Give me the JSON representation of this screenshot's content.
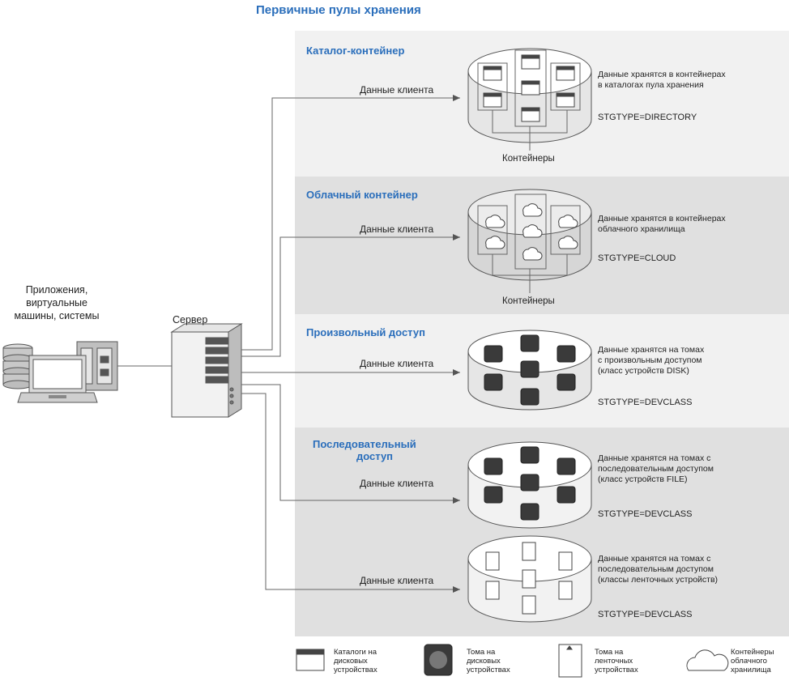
{
  "title": "Первичные пулы хранения",
  "left": {
    "apps_label_lines": [
      "Приложения,",
      "виртуальные",
      "машины, системы"
    ],
    "server_label": "Сервер"
  },
  "pools": [
    {
      "title": "Каталог-контейнер",
      "client_label": "Данные клиента",
      "desc_lines": [
        "Данные хранятся в контейнерах",
        "в каталогах пула хранения"
      ],
      "stgtype": "STGTYPE=DIRECTORY",
      "container_label": "Контейнеры"
    },
    {
      "title": "Облачный контейнер",
      "client_label": "Данные клиента",
      "desc_lines": [
        "Данные хранятся в контейнерах",
        "облачного хранилища"
      ],
      "stgtype": "STGTYPE=CLOUD",
      "container_label": "Контейнеры"
    },
    {
      "title": "Произвольный доступ",
      "client_label": "Данные клиента",
      "desc_lines": [
        "Данные хранятся на томах",
        "с произвольным доступом",
        "(класс устройств DISK)"
      ],
      "stgtype": "STGTYPE=DEVCLASS"
    },
    {
      "title_lines": [
        "Последовательный",
        "доступ"
      ],
      "client_label": "Данные клиента",
      "desc_lines": [
        "Данные хранятся на томах с",
        "последовательным доступом",
        "(класс устройств FILE)"
      ],
      "stgtype": "STGTYPE=DEVCLASS"
    },
    {
      "client_label": "Данные клиента",
      "desc_lines": [
        "Данные хранятся на томах с",
        "последовательным доступом",
        "(классы ленточных устройств)"
      ],
      "stgtype": "STGTYPE=DEVCLASS"
    }
  ],
  "legend": [
    {
      "icon": "folder-icon",
      "lines": [
        "Каталоги на",
        "дисковых",
        "устройствах"
      ]
    },
    {
      "icon": "disk-volume-icon",
      "lines": [
        "Тома на",
        "дисковых",
        "устройствах"
      ]
    },
    {
      "icon": "tape-volume-icon",
      "lines": [
        "Тома на",
        "ленточных",
        "устройствах"
      ]
    },
    {
      "icon": "cloud-icon",
      "lines": [
        "Контейнеры",
        "облачного",
        "хранилища"
      ]
    }
  ],
  "colors": {
    "accent": "#2a6ebb",
    "panel_light": "#f1f1f1",
    "panel_dark": "#e0e0e0",
    "line": "#666666"
  }
}
